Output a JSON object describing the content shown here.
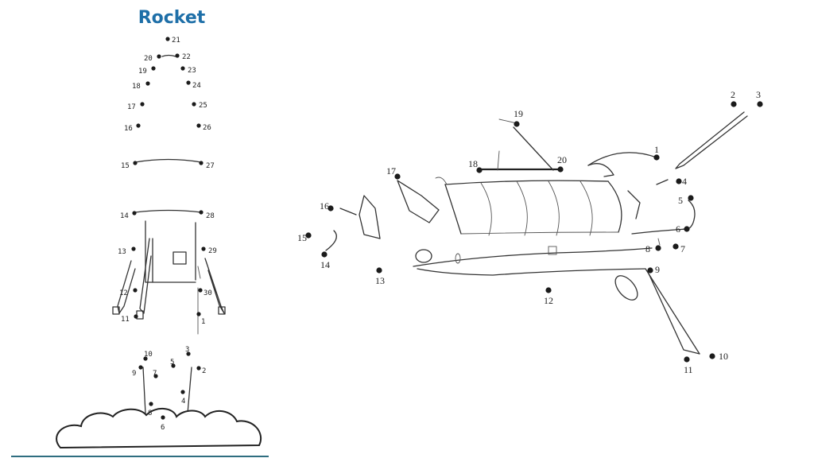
{
  "title": {
    "text": "Rocket",
    "color": "#1e6fa8"
  },
  "ground_line_color": "#2f6e80",
  "rocket_dots": [
    {
      "label": "1"
    },
    {
      "label": "2"
    },
    {
      "label": "3"
    },
    {
      "label": "4"
    },
    {
      "label": "5"
    },
    {
      "label": "6"
    },
    {
      "label": "7"
    },
    {
      "label": "8"
    },
    {
      "label": "9"
    },
    {
      "label": "10"
    },
    {
      "label": "11"
    },
    {
      "label": "12"
    },
    {
      "label": "13"
    },
    {
      "label": "14"
    },
    {
      "label": "15"
    },
    {
      "label": "16"
    },
    {
      "label": "17"
    },
    {
      "label": "18"
    },
    {
      "label": "19"
    },
    {
      "label": "20"
    },
    {
      "label": "21"
    },
    {
      "label": "22"
    },
    {
      "label": "23"
    },
    {
      "label": "24"
    },
    {
      "label": "25"
    },
    {
      "label": "26"
    },
    {
      "label": "27"
    },
    {
      "label": "28"
    },
    {
      "label": "29"
    },
    {
      "label": "30"
    }
  ],
  "shuttle_dots": [
    {
      "label": "1"
    },
    {
      "label": "2"
    },
    {
      "label": "3"
    },
    {
      "label": "4"
    },
    {
      "label": "5"
    },
    {
      "label": "6"
    },
    {
      "label": "7"
    },
    {
      "label": "8"
    },
    {
      "label": "9"
    },
    {
      "label": "10"
    },
    {
      "label": "11"
    },
    {
      "label": "12"
    },
    {
      "label": "13"
    },
    {
      "label": "14"
    },
    {
      "label": "15"
    },
    {
      "label": "16"
    },
    {
      "label": "17"
    },
    {
      "label": "18"
    },
    {
      "label": "19"
    },
    {
      "label": "20"
    }
  ]
}
